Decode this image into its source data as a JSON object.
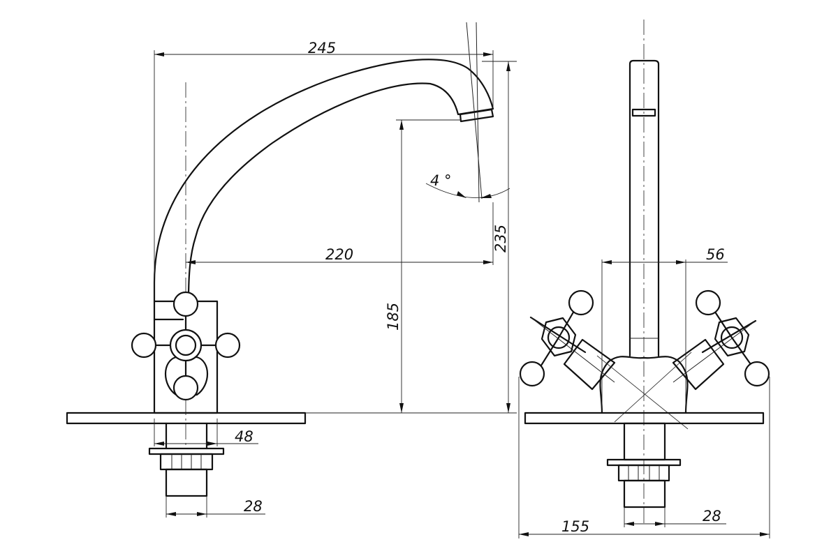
{
  "dimensions": {
    "overall_length": "245",
    "reach": "220",
    "total_height": "235",
    "spout_height": "185",
    "tilt_angle": "4 °",
    "body_width": "48",
    "thread_width_side": "28",
    "valve_spacing": "56",
    "front_width": "155",
    "thread_width_front": "28"
  }
}
